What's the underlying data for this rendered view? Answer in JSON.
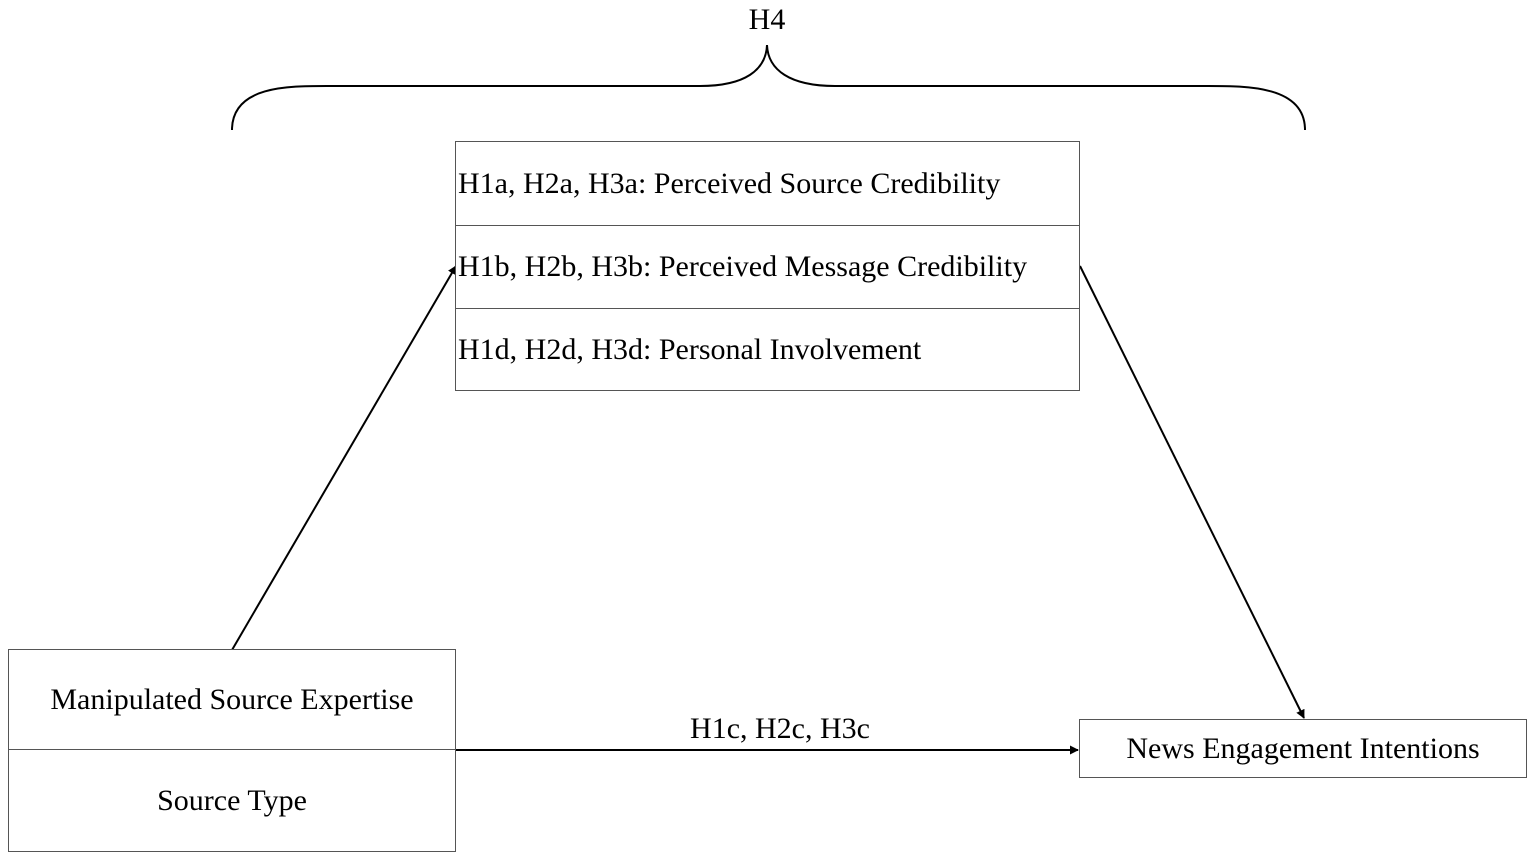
{
  "hypothesis_h4": "H4",
  "mediators": {
    "items": [
      "H1a, H2a, H3a: Perceived Source Credibility",
      "H1b, H2b, H3b: Perceived Message Credibility",
      "H1d, H2d, H3d: Personal Involvement"
    ]
  },
  "predictors": {
    "items": [
      "Manipulated Source Expertise",
      "Source Type"
    ]
  },
  "outcome": {
    "label": "News Engagement Intentions"
  },
  "direct_path": {
    "label": "H1c, H2c, H3c"
  }
}
